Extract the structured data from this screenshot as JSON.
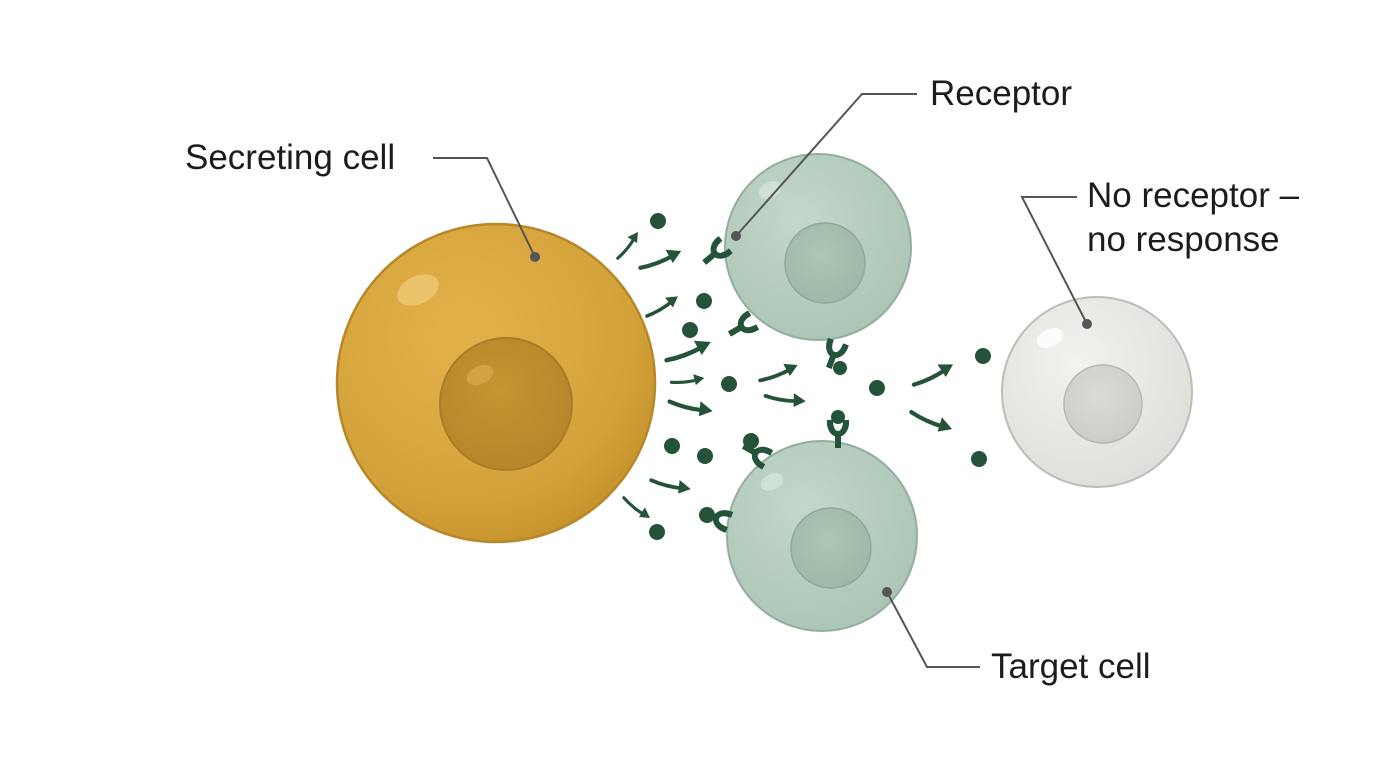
{
  "labels": {
    "secreting_cell": "Secreting cell",
    "receptor": "Receptor",
    "no_receptor_line1": "No receptor –",
    "no_receptor_line2": "no response",
    "target_cell": "Target cell"
  },
  "colors": {
    "secreting_cell": "#D4A23A",
    "secreting_nucleus": "#BF8E2C",
    "target_cell": "#B5CDBE",
    "target_nucleus": "#A3BCAD",
    "non_target_cell": "#E8E8E4",
    "non_target_nucleus": "#D6D6D2",
    "signal": "#24533A",
    "leader_line": "#555555"
  },
  "icons": [
    "signal-molecule-dot",
    "receptor-shape",
    "diffusion-arrow"
  ]
}
